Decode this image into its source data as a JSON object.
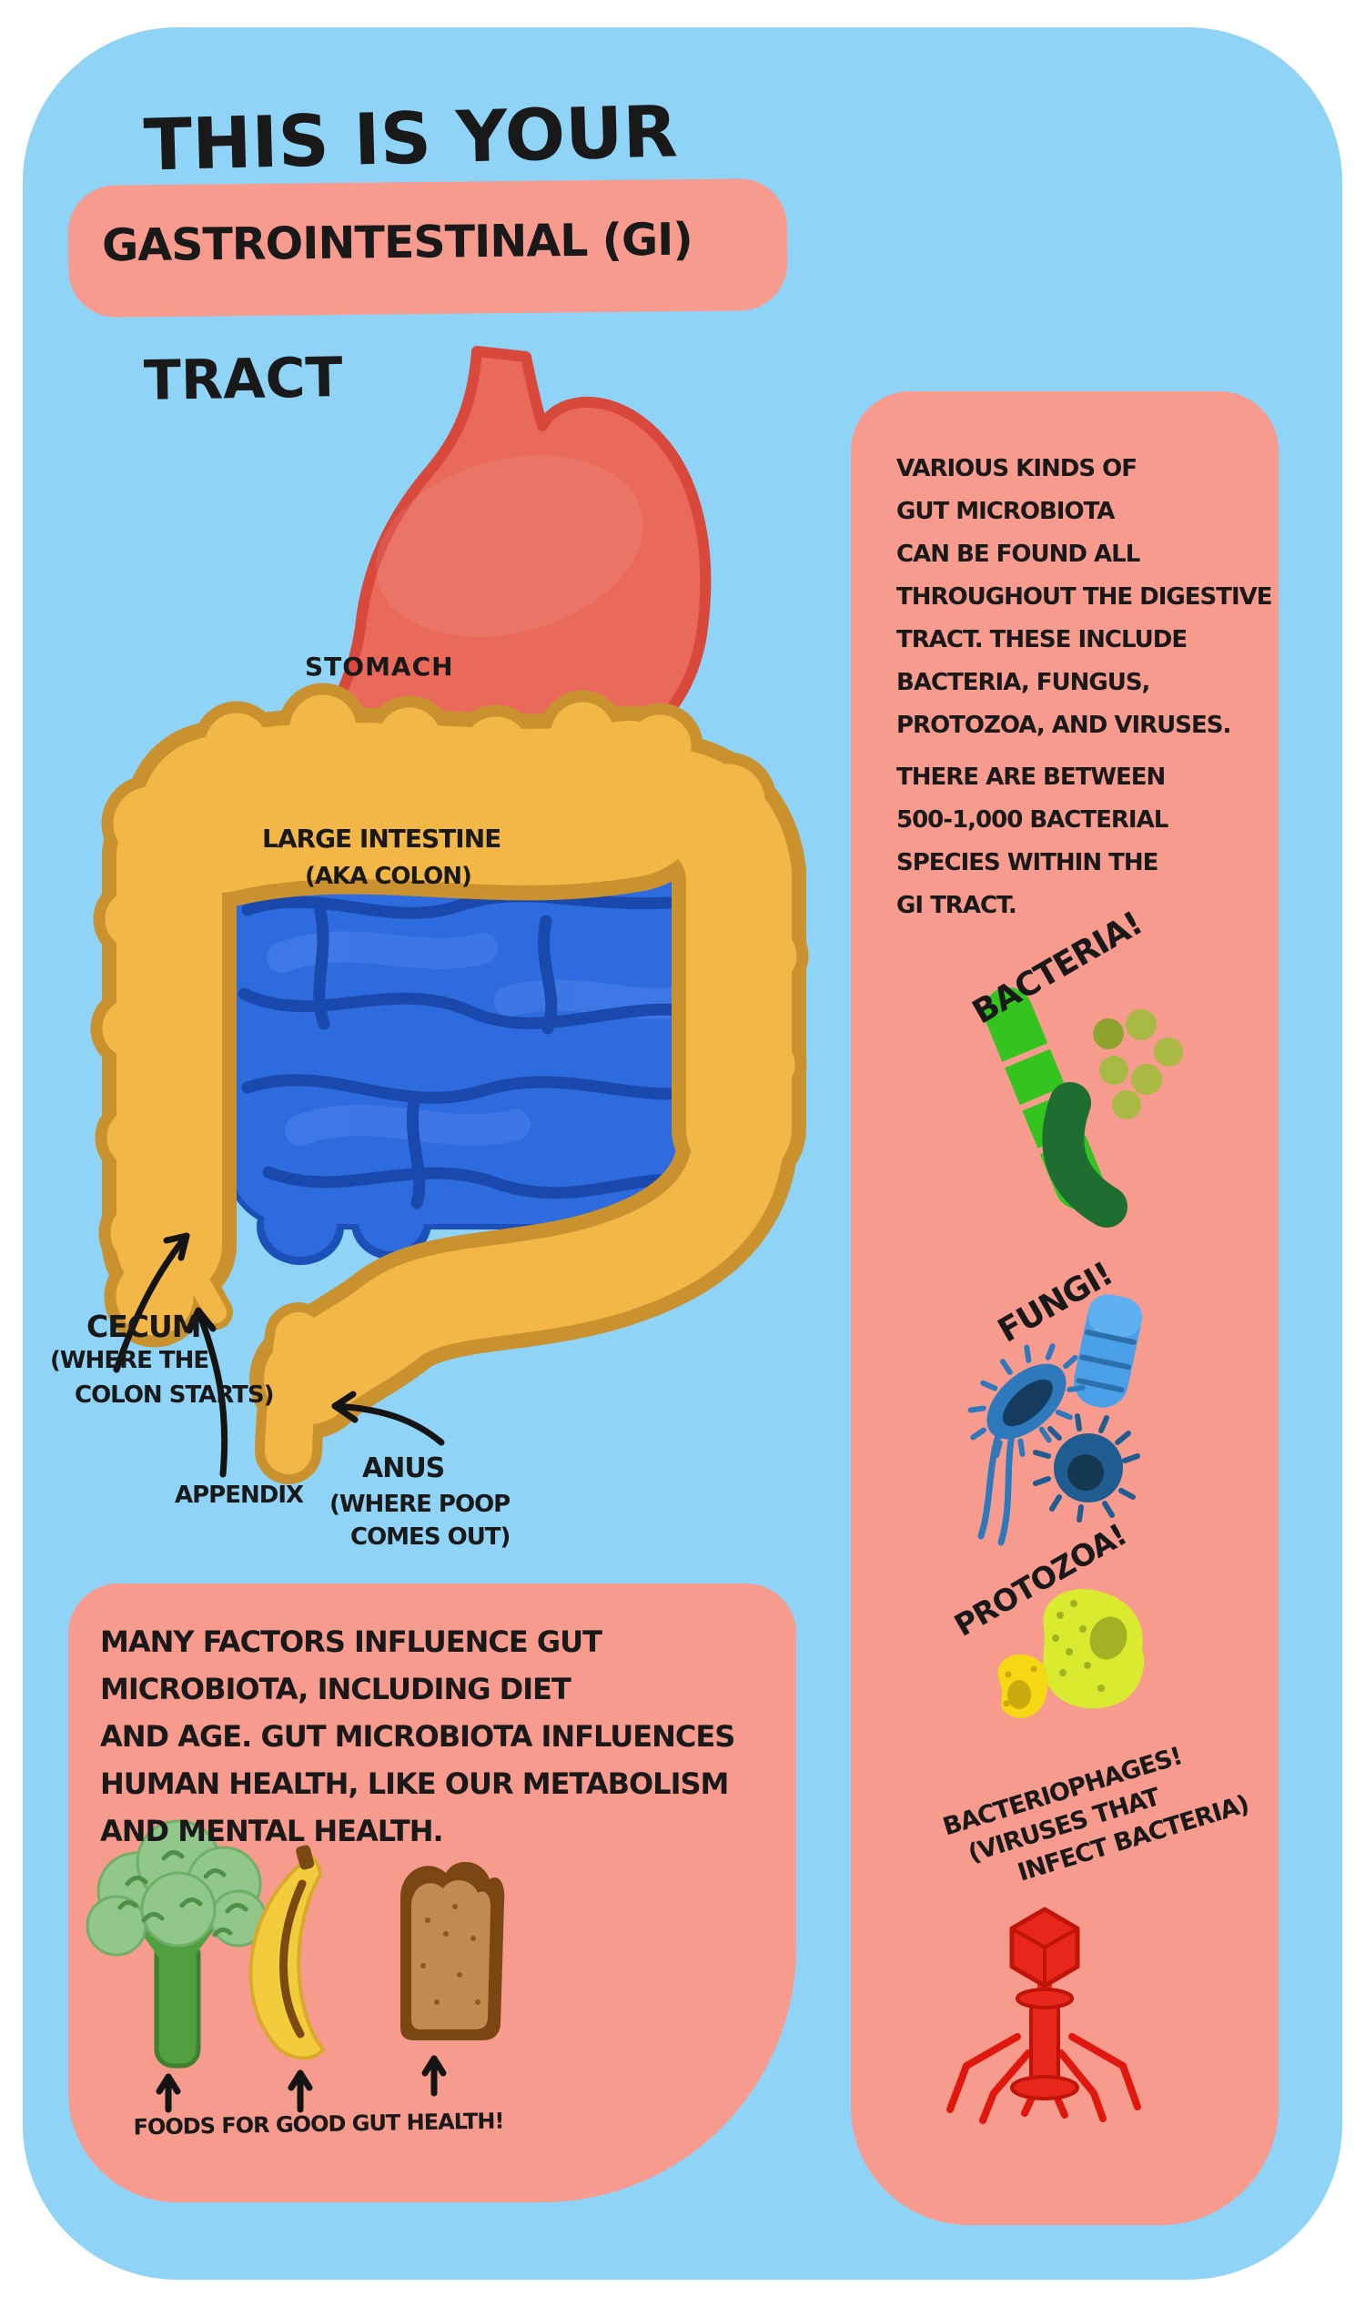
{
  "title": {
    "line1": "THIS IS YOUR",
    "highlighted": "GASTROINTESTINAL (GI)",
    "line3": "TRACT"
  },
  "anatomy": {
    "stomach_label": "STOMACH",
    "large_intestine_label": "LARGE INTESTINE",
    "large_intestine_sub": "(AKA COLON)",
    "cecum_label": "CECUM",
    "cecum_sub1": "(WHERE THE",
    "cecum_sub2": "COLON STARTS)",
    "appendix_label": "APPENDIX",
    "anus_label": "ANUS",
    "anus_sub1": "(WHERE POOP",
    "anus_sub2": "COMES OUT)"
  },
  "microbiota_panel": {
    "paragraph_lines": [
      "VARIOUS KINDS OF",
      "GUT MICROBIOTA",
      "CAN BE FOUND ALL",
      "THROUGHOUT THE DIGESTIVE",
      "TRACT. THESE INCLUDE",
      "BACTERIA, FUNGUS,",
      "PROTOZOA, AND VIRUSES.",
      "THERE ARE BETWEEN",
      "500-1,000 BACTERIAL",
      "SPECIES WITHIN THE",
      "GI TRACT."
    ],
    "sections": [
      {
        "label": "BACTERIA!"
      },
      {
        "label": "FUNGI!"
      },
      {
        "label": "PROTOZOA!"
      },
      {
        "label": "BACTERIOPHAGES!",
        "sub1": "(VIRUSES THAT",
        "sub2": "INFECT BACTERIA)"
      }
    ]
  },
  "factors_box": {
    "lines": [
      "MANY FACTORS INFLUENCE GUT",
      "MICROBIOTA, INCLUDING DIET",
      "AND AGE. GUT MICROBIOTA INFLUENCES",
      "HUMAN HEALTH, LIKE OUR METABOLISM",
      "AND MENTAL HEALTH."
    ],
    "caption": "FOODS FOR GOOD GUT HEALTH!",
    "foods": [
      "broccoli",
      "banana",
      "bread"
    ]
  },
  "illustrations": {
    "stomach": "stomach-illustration",
    "large_intestine": "large-intestine-illustration",
    "small_intestine": "small-intestine-illustration",
    "bacteria": "bacteria-illustration",
    "fungi": "fungi-illustration",
    "protozoa": "protozoa-illustration",
    "bacteriophage": "bacteriophage-illustration"
  },
  "colors": {
    "background_blue": "#8FD3F7",
    "panel_pink": "#F89B8F",
    "colon_orange": "#F3B748",
    "colon_outline": "#C9922E",
    "intestine_blue": "#2D6BDE",
    "stomach_red": "#E96A5B",
    "bacteria_green": "#35C41F",
    "fungi_blue": "#2E79BC",
    "protozoa_chartreuse": "#D9EA2F",
    "phage_red": "#E8271C",
    "text_black": "#191919"
  }
}
